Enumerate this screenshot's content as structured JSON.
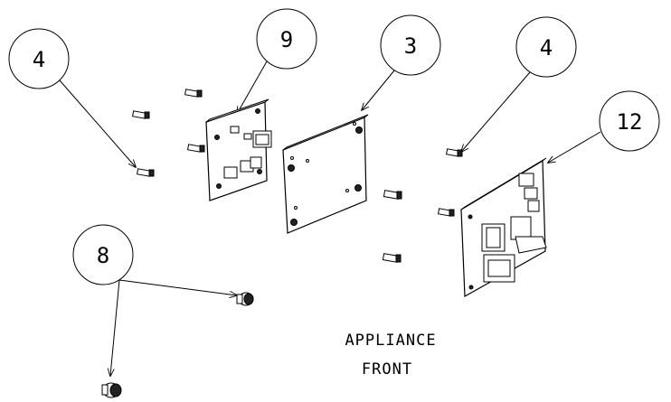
{
  "callouts": [
    {
      "id": "c4a",
      "label": "4"
    },
    {
      "id": "c9",
      "label": "9"
    },
    {
      "id": "c3",
      "label": "3"
    },
    {
      "id": "c4b",
      "label": "4"
    },
    {
      "id": "c12",
      "label": "12"
    },
    {
      "id": "c8",
      "label": "8"
    }
  ],
  "caption": {
    "line1": "APPLIANCE",
    "line2": "FRONT"
  }
}
